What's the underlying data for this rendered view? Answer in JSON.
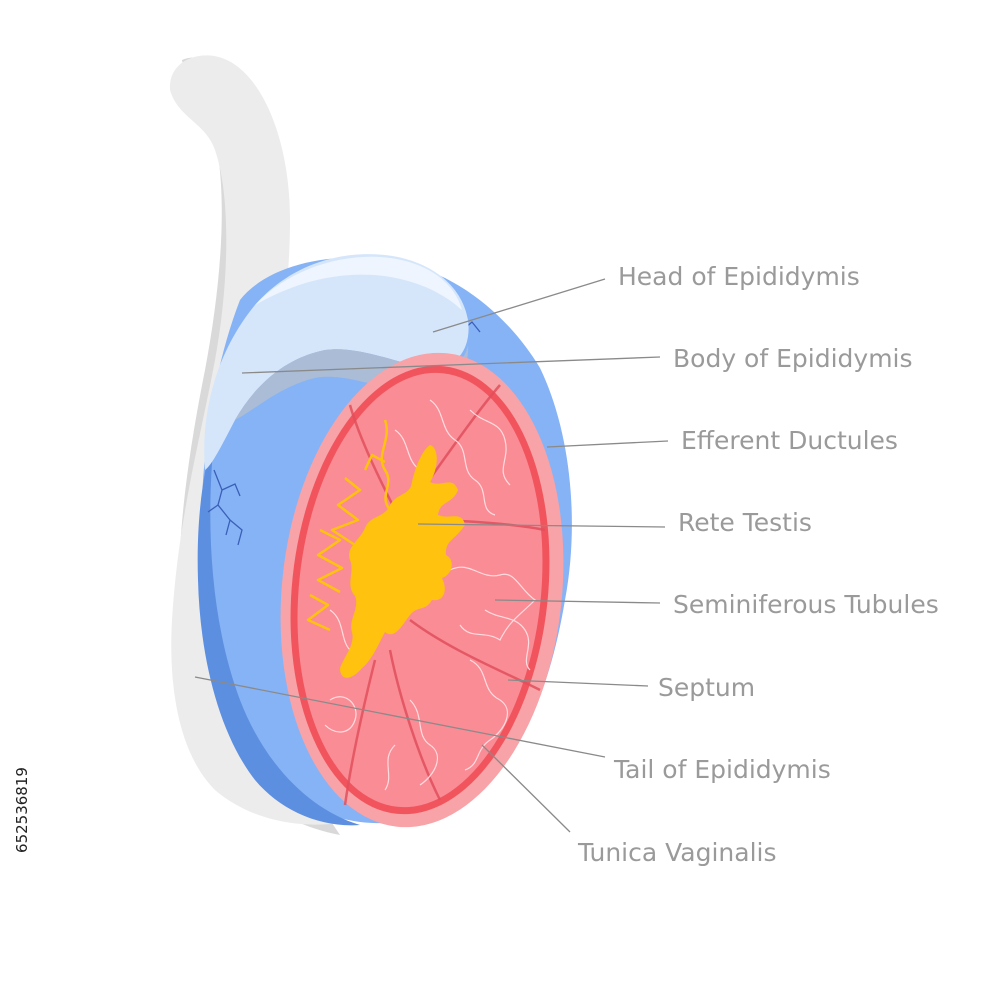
{
  "diagram": {
    "labels": [
      {
        "id": "head-of-epididymis",
        "text": "Head of Epididymis"
      },
      {
        "id": "body-of-epididymis",
        "text": "Body of Epididymis"
      },
      {
        "id": "efferent-ductules",
        "text": "Efferent Ductules"
      },
      {
        "id": "rete-testis",
        "text": "Rete Testis"
      },
      {
        "id": "seminiferous-tubules",
        "text": "Seminiferous Tubules"
      },
      {
        "id": "septum",
        "text": "Septum"
      },
      {
        "id": "tail-of-epididymis",
        "text": "Tail of Epididymis"
      },
      {
        "id": "tunica-vaginalis",
        "text": "Tunica Vaginalis"
      }
    ],
    "colors": {
      "spermatic_cord": "#e9e9e9",
      "epididymis": "#d6e6fa",
      "tunica_blue": "#86b3f5",
      "tunica_blue_dark": "#5d8fe0",
      "cut_outer": "#f7a3a7",
      "cut_ring": "#f1545d",
      "cut_inner": "#fa8c95",
      "rete_testis": "#ffc20e",
      "leader_line": "#8a8a8a",
      "label_text": "#9a9a9a"
    }
  },
  "stock_id": "652536819"
}
